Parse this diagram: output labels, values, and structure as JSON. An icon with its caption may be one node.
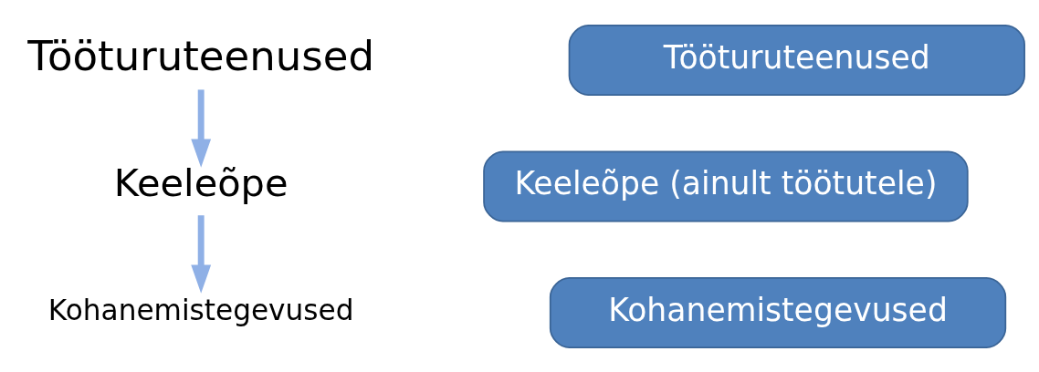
{
  "diagram": {
    "nodes": [
      {
        "text": [
          "Tööturuteenused"
        ]
      },
      {
        "text": [
          "Keeleõpe"
        ]
      },
      {
        "text": [
          "Kohanemistegevused"
        ]
      },
      {
        "text": [
          "Tööturuteenused"
        ]
      },
      {
        "text": [
          "Keeleõpe (ainult töötutele)"
        ]
      },
      {
        "text": [
          "Kohanemistegevused"
        ]
      }
    ],
    "edges": [
      {
        "from": 0,
        "to": 1,
        "arrow": "to"
      },
      {
        "from": 1,
        "to": 2,
        "arrow": "to"
      }
    ]
  }
}
